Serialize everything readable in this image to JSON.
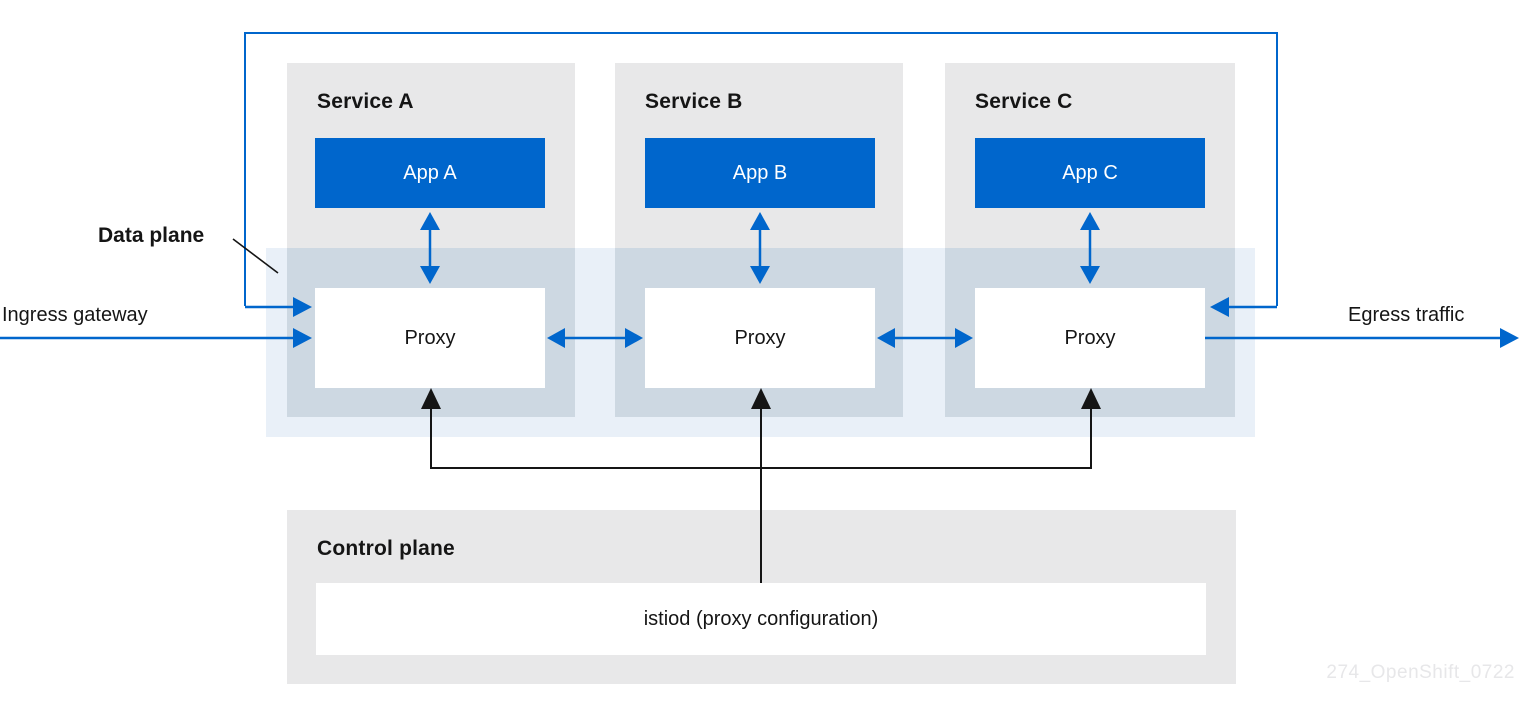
{
  "diagram": {
    "labels": {
      "data_plane": "Data plane",
      "control_plane": "Control plane",
      "ingress": "Ingress gateway",
      "egress": "Egress traffic",
      "istiod": "istiod (proxy configuration)",
      "watermark": "274_OpenShift_0722"
    },
    "services": [
      {
        "name": "Service A",
        "app": "App A",
        "proxy": "Proxy"
      },
      {
        "name": "Service B",
        "app": "App B",
        "proxy": "Proxy"
      },
      {
        "name": "Service C",
        "app": "App C",
        "proxy": "Proxy"
      }
    ],
    "colors": {
      "accent_blue": "#0066CC",
      "band_light_blue": "#E9F0F8",
      "band_overlap_blue_gray": "#CDD8E2",
      "box_gray": "#E8E8E9",
      "text_black": "#151515",
      "watermark_gray": "#E7E7E9"
    }
  }
}
